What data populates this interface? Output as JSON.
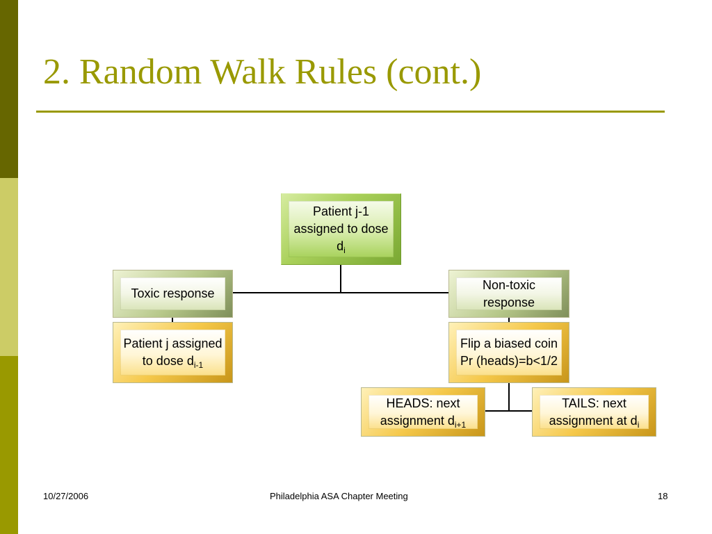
{
  "slide": {
    "title": "2. Random Walk Rules (cont.)"
  },
  "theme": {
    "accent": "#999900",
    "band_dark": "#666600",
    "band_light": "#cccc66"
  },
  "diagram": {
    "boxes": {
      "patient_prev": {
        "text": "Patient j-1 assigned to dose d",
        "sub": "i"
      },
      "toxic": {
        "text": "Toxic response"
      },
      "non_toxic": {
        "text": "Non-toxic response"
      },
      "patient_lower": {
        "text": "Patient j assigned to dose d",
        "sub": "i-1"
      },
      "flip_coin": {
        "text": "Flip a biased coin Pr (heads)=b<1/2"
      },
      "heads": {
        "text": "HEADS: next assignment d",
        "sub": "i+1"
      },
      "tails": {
        "text": "TAILS: next assignment at  d",
        "sub": "i"
      }
    }
  },
  "footer": {
    "date": "10/27/2006",
    "center": "Philadelphia  ASA Chapter Meeting",
    "page": "18"
  }
}
